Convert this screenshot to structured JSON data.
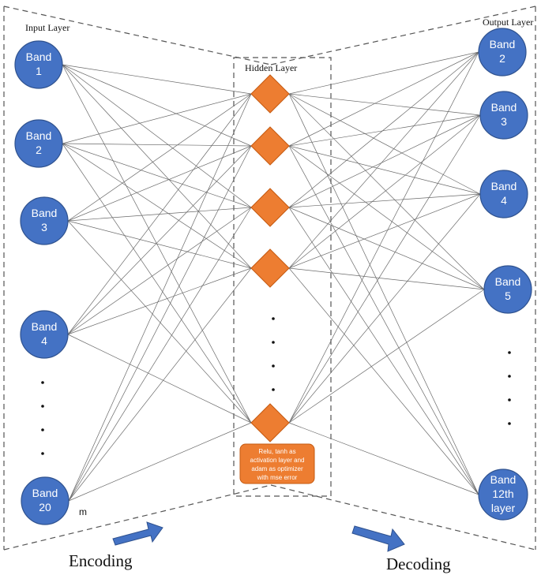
{
  "layers": {
    "input_label": "Input Layer",
    "hidden_label": "Hidden Layer",
    "output_label": "Output Layer"
  },
  "input_nodes": [
    {
      "line1": "Band",
      "line2": "1"
    },
    {
      "line1": "Band",
      "line2": "2"
    },
    {
      "line1": "Band",
      "line2": "3"
    },
    {
      "line1": "Band",
      "line2": "4"
    },
    {
      "line1": "Band",
      "line2": "20"
    }
  ],
  "hidden_node_count": 5,
  "output_nodes": [
    {
      "lines": [
        "Band",
        "2"
      ]
    },
    {
      "lines": [
        "Band",
        "3"
      ]
    },
    {
      "lines": [
        "Band",
        "4"
      ]
    },
    {
      "lines": [
        "Band",
        "5"
      ]
    },
    {
      "lines": [
        "Band",
        "12th",
        "layer"
      ]
    }
  ],
  "m_label": "m",
  "note": {
    "lines": [
      "Relu, tanh as",
      "activation layer and",
      "adam as optimizer",
      "with mse error"
    ]
  },
  "encoding_label": "Encoding",
  "decoding_label": "Decoding",
  "colors": {
    "node_fill": "#4472c4",
    "node_stroke": "#2f528f",
    "diamond_fill": "#ed7d31",
    "diamond_stroke": "#c55a11",
    "note_fill": "#ed7d31",
    "arrow_fill": "#4472c4"
  }
}
